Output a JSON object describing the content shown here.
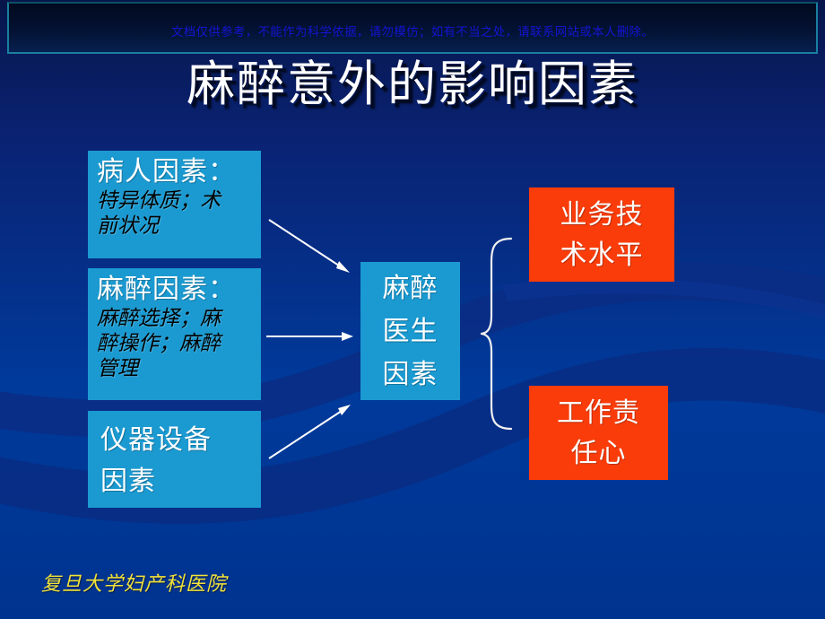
{
  "slide": {
    "disclaimer": "文档仅供参考，不能作为科学依据，请勿模仿；如有不当之处，请联系网站或本人删除。",
    "title": "麻醉意外的影响因素",
    "footer": "复旦大学妇产科医院"
  },
  "colors": {
    "background_top": "#06164a",
    "background_bottom": "#00338f",
    "box_cyan": "#1b9ad1",
    "box_red": "#fa3c0a",
    "disclaimer_text": "#1414cf",
    "title_text": "#ffffff",
    "footer_text": "#f2e23a",
    "header_border": "#1a7fa0",
    "connector": "#ffffff"
  },
  "boxes": {
    "patient": {
      "heading": "病人因素：",
      "detail_line1": "特异体质；术",
      "detail_line2": "前状况"
    },
    "anesthesia": {
      "heading": "麻醉因素：",
      "detail_line1": "麻醉选择；麻",
      "detail_line2": "醉操作；麻醉",
      "detail_line3": "管理"
    },
    "equipment": {
      "line1": "仪器设备",
      "line2": "因素"
    },
    "doctor": {
      "line1": "麻醉",
      "line2": "医生",
      "line3": "因素"
    },
    "skill": {
      "line1": "业务技",
      "line2": "术水平"
    },
    "responsibility": {
      "line1": "工作责",
      "line2": "任心"
    }
  },
  "connectors": {
    "arrow_patient_to_doctor": "arrow-down-right",
    "arrow_anesthesia_to_doctor": "arrow-right",
    "arrow_equipment_to_doctor": "arrow-up-right",
    "brace_doctor_to_right": "curly-brace-right"
  }
}
